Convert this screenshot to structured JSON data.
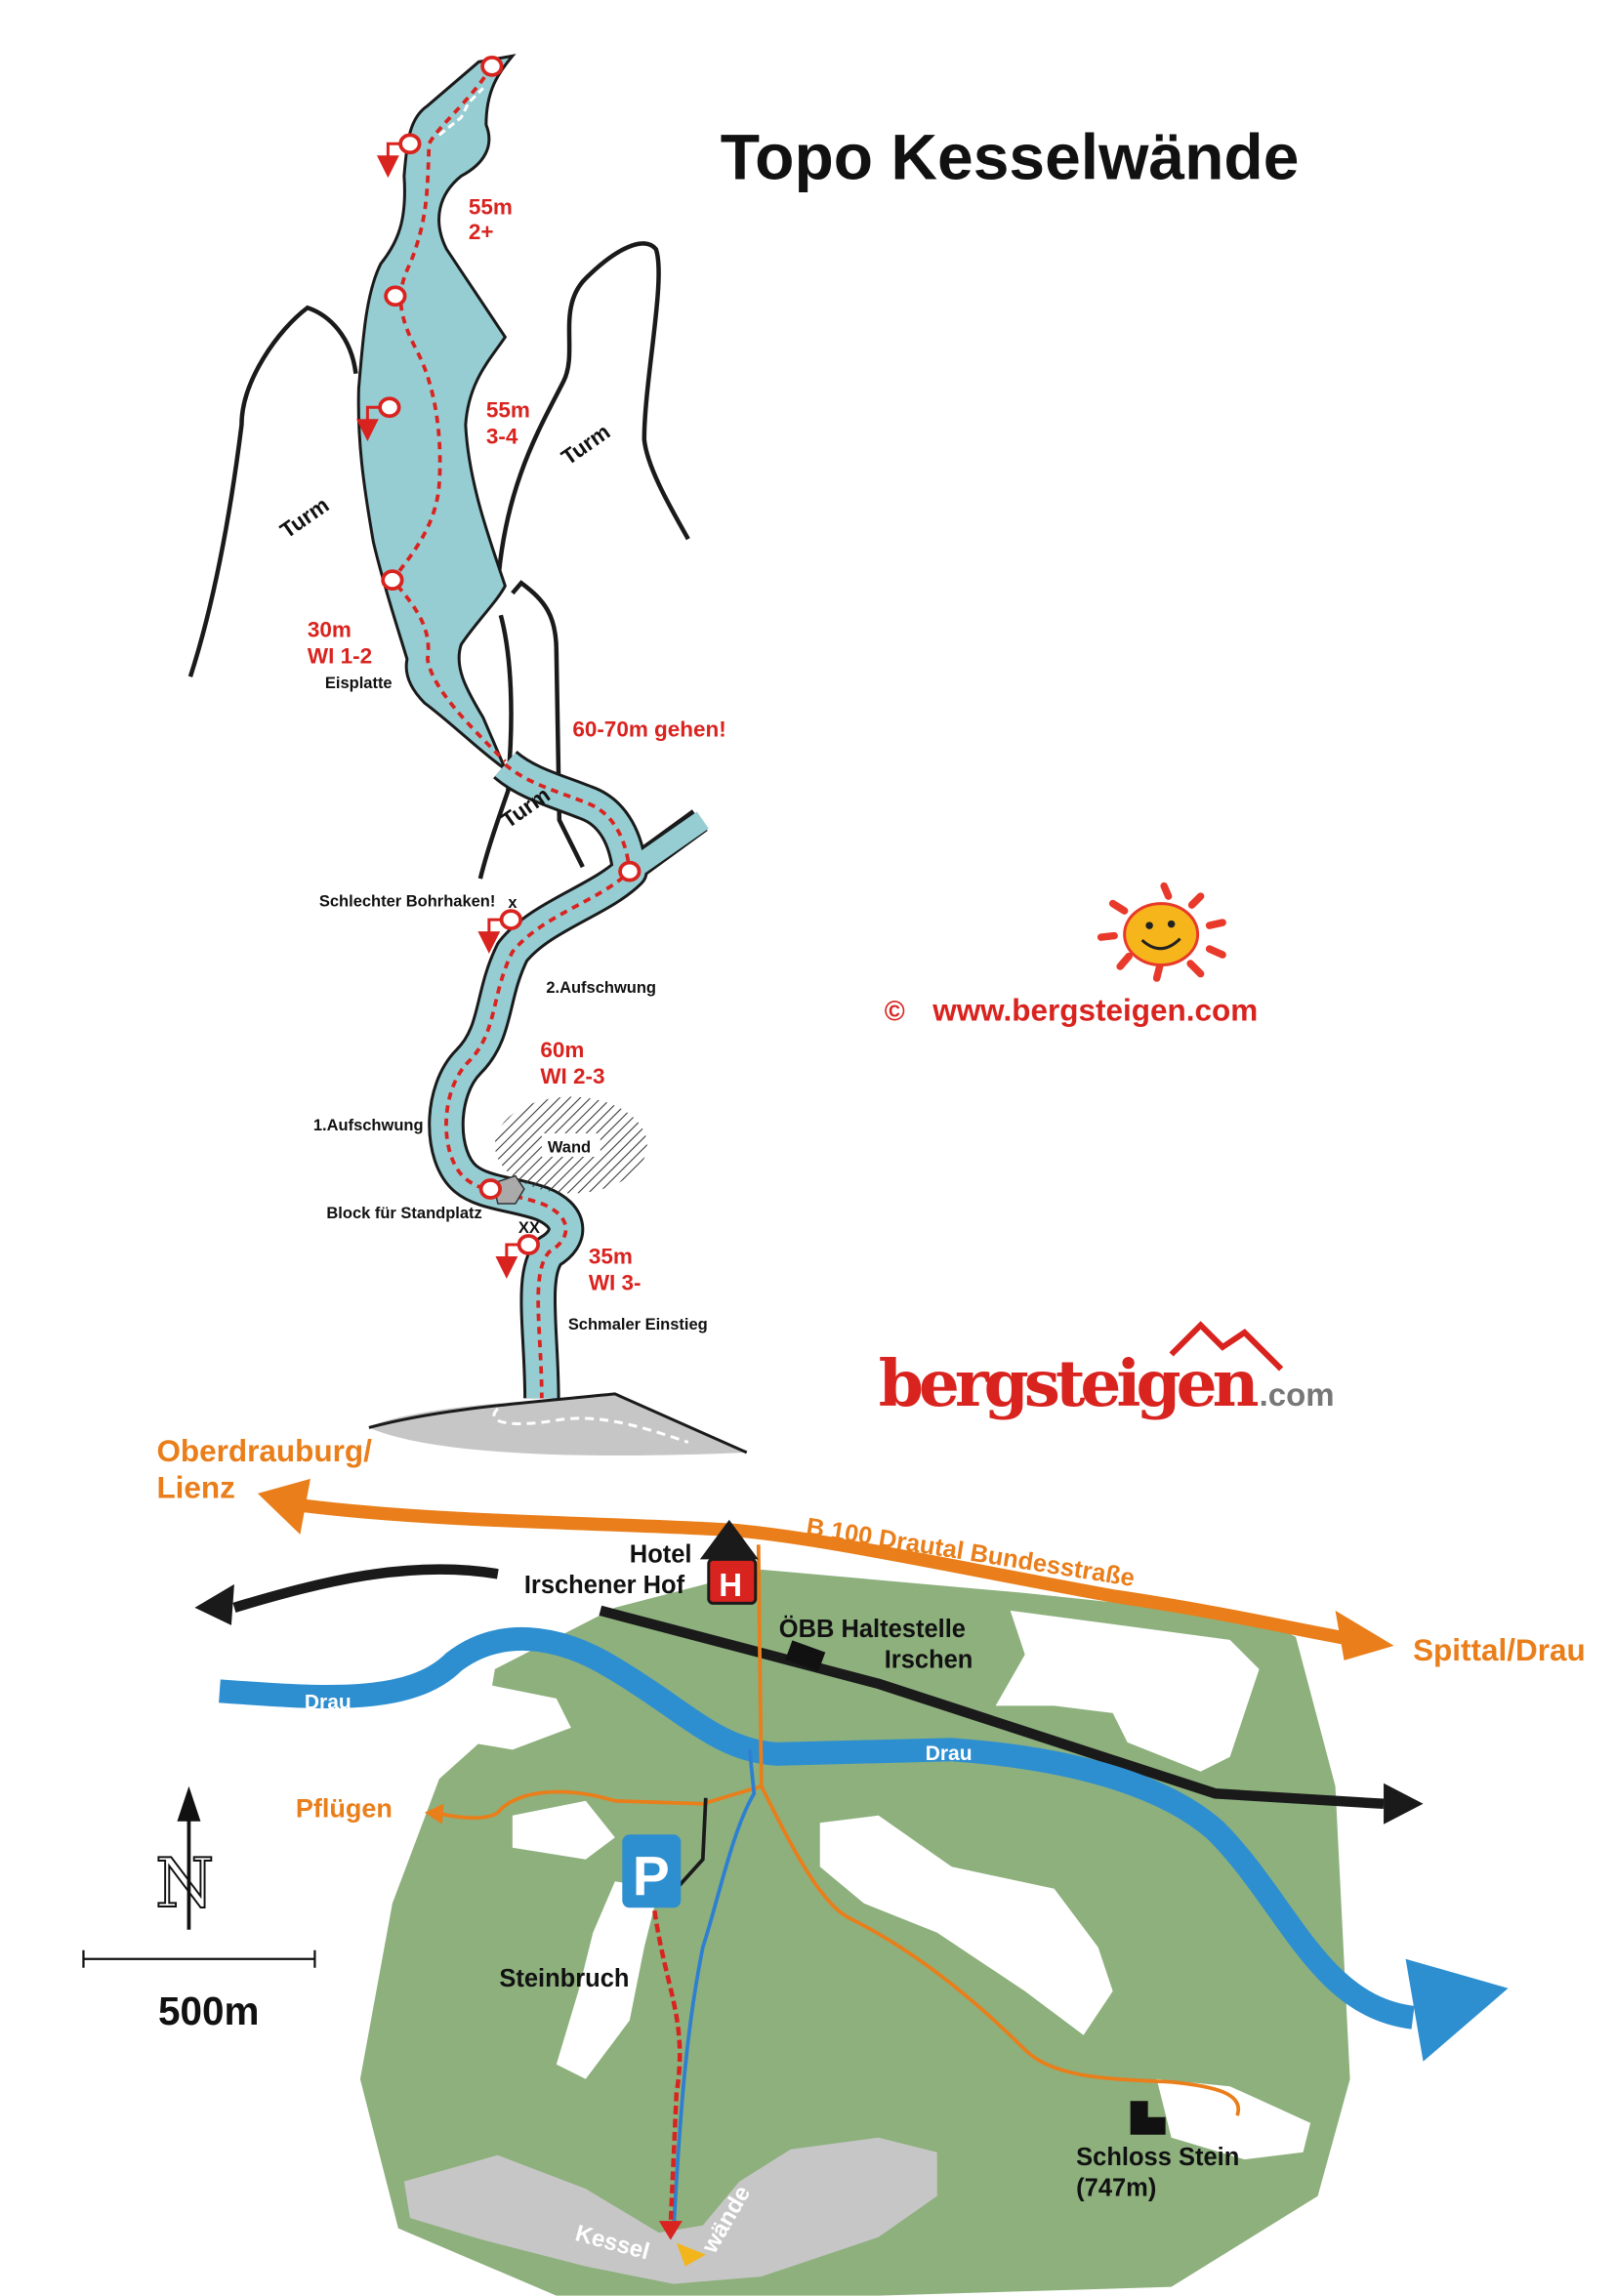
{
  "title": "Topo Kesselwände",
  "colors": {
    "ice": "#96cdd3",
    "route": "#d9231f",
    "road": "#e97e1a",
    "river": "#2e8fd0",
    "terrain": "#8db07d",
    "rock": "#c6c6c6"
  },
  "topo": {
    "pitch1": {
      "length": "55m",
      "grade": "2+"
    },
    "pitch2": {
      "length": "55m",
      "grade": "3-4"
    },
    "pitch3": {
      "length": "30m",
      "grade": "WI 1-2",
      "note": "Eisplatte"
    },
    "walk": "60-70m gehen!",
    "pitch4": {
      "length": "60m",
      "grade": "WI 2-3"
    },
    "pitch5": {
      "length": "35m",
      "grade": "WI 3-"
    },
    "towers": [
      "Turm",
      "Turm",
      "Turm"
    ],
    "labels": {
      "bad_bolt": "Schlechter Bohrhaken!",
      "bad_bolt_mark": "x",
      "step2": "2.Aufschwung",
      "step1": "1.Aufschwung",
      "wall": "Wand",
      "block": "Block für Standplatz",
      "double_bolt": "XX",
      "entry": "Schmaler Einstieg"
    }
  },
  "branding": {
    "copyright": "©",
    "website": "www.bergsteigen.com",
    "logo_main": "bergsteigen",
    "logo_suffix": ".com"
  },
  "map": {
    "west_dest_1": "Oberdrauburg/",
    "west_dest_2": "Lienz",
    "road": "B 100 Drautal Bundesstraße",
    "east_dest": "Spittal/Drau",
    "hotel_1": "Hotel",
    "hotel_2": "Irschener Hof",
    "hotel_icon": "H",
    "station_1": "ÖBB Haltestelle",
    "station_2": "Irschen",
    "river_1": "Drau",
    "river_2": "Drau",
    "pfluegen": "Pflügen",
    "parking": "P",
    "quarry": "Steinbruch",
    "castle_1": "Schloss Stein",
    "castle_2": "(747m)",
    "wall_1": "Kessel",
    "wall_2": "wände",
    "north": "N",
    "scale": "500m"
  }
}
